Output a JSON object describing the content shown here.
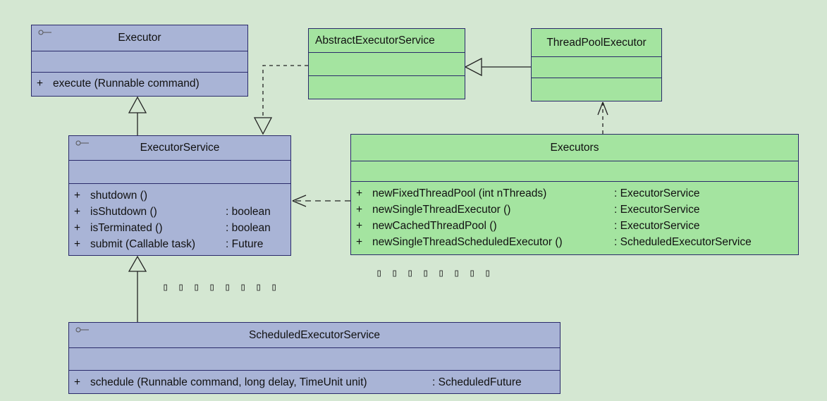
{
  "classes": {
    "executor": {
      "name": "Executor",
      "operations": [
        {
          "visibility": "+",
          "name": "execute (Runnable command)",
          "returns": ""
        }
      ]
    },
    "abstract_executor_service": {
      "name": "AbstractExecutorService"
    },
    "thread_pool_executor": {
      "name": "ThreadPoolExecutor"
    },
    "executor_service": {
      "name": "ExecutorService",
      "operations": [
        {
          "visibility": "+",
          "name": "shutdown ()",
          "returns": ""
        },
        {
          "visibility": "+",
          "name": "isShutdown ()",
          "returns": ": boolean"
        },
        {
          "visibility": "+",
          "name": "isTerminated ()",
          "returns": ": boolean"
        },
        {
          "visibility": "+",
          "name": "submit (Callable task)",
          "returns": ": Future"
        }
      ]
    },
    "executors": {
      "name": "Executors",
      "operations": [
        {
          "visibility": "+",
          "name": "newFixedThreadPool (int nThreads)",
          "returns": ": ExecutorService"
        },
        {
          "visibility": "+",
          "name": "newSingleThreadExecutor ()",
          "returns": ": ExecutorService"
        },
        {
          "visibility": "+",
          "name": "newCachedThreadPool ()",
          "returns": ": ExecutorService"
        },
        {
          "visibility": "+",
          "name": "newSingleThreadScheduledExecutor ()",
          "returns": ": ScheduledExecutorService"
        }
      ]
    },
    "scheduled_executor_service": {
      "name": "ScheduledExecutorService",
      "operations": [
        {
          "visibility": "+",
          "name": "schedule (Runnable command, long delay, TimeUnit unit)",
          "returns": ": ScheduledFuture"
        }
      ]
    }
  },
  "notes": {
    "left": [
      "▯",
      "▯",
      "▯",
      "▯",
      "▯",
      "▯",
      "▯",
      "▯"
    ],
    "right": [
      "▯",
      "▯",
      "▯",
      "▯",
      "▯",
      "▯",
      "▯",
      "▯"
    ]
  },
  "colors": {
    "background": "#d4e7d2",
    "interface_fill": "#a9b4d6",
    "class_fill": "#a4e4a0",
    "border": "#2a2a6a",
    "line": "#222222"
  },
  "icons": {
    "interface": "interface-lollipop-icon"
  }
}
